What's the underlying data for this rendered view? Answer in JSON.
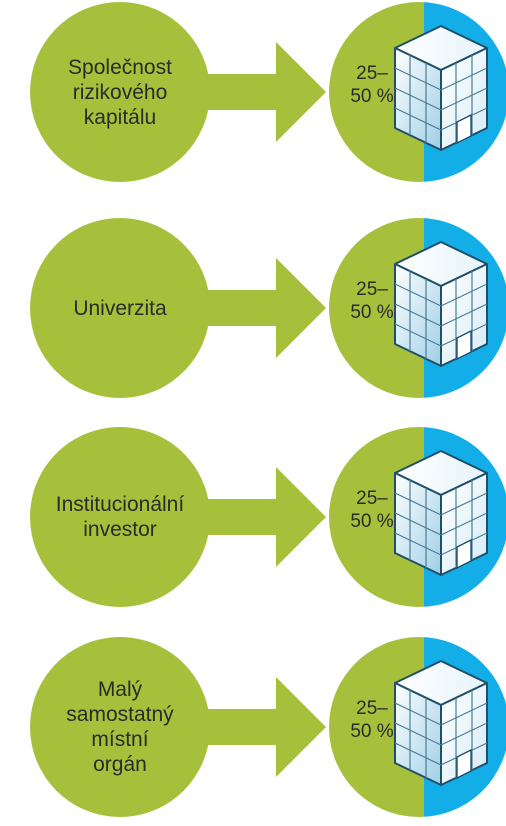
{
  "colors": {
    "investor_fill": "#a6c03b",
    "company_fill_left": "#a6c03b",
    "company_fill_right": "#13aee8",
    "arrow": "#a6c03b"
  },
  "rows": [
    {
      "investor": "Společnost\nrizikového\nkapitálu",
      "share": "25–\n50 %",
      "icon": "building-icon"
    },
    {
      "investor": "Univerzita",
      "share": "25–\n50 %",
      "icon": "building-icon"
    },
    {
      "investor": "Institucionální\ninvestor",
      "share": "25–\n50 %",
      "icon": "building-icon"
    },
    {
      "investor": "Malý\nsamostatný\nmístní\norgán",
      "share": "25–\n50 %",
      "icon": "building-icon"
    }
  ]
}
